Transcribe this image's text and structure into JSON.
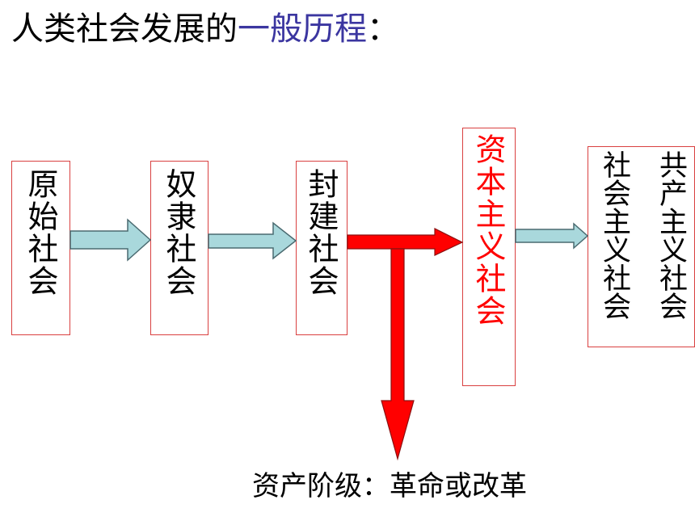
{
  "title": {
    "prefix": "人类社会发展的",
    "highlight": "一般历程",
    "suffix": "："
  },
  "stages": [
    {
      "id": "primitive",
      "label": "原始社会"
    },
    {
      "id": "slave",
      "label": "奴隶社会"
    },
    {
      "id": "feudal",
      "label": "封建社会"
    },
    {
      "id": "capitalist",
      "label": "资本主义社会"
    },
    {
      "id": "communist_col1",
      "label": "共产主义社会"
    },
    {
      "id": "communist_col2",
      "label": "社会主义社会"
    }
  ],
  "bottom_note": "资产阶级：革命或改革",
  "colors": {
    "title_highlight": "#3b36a0",
    "box_border": "#d94040",
    "arrow_fill": "#a9d8dc",
    "arrow_stroke": "#4a6a70",
    "red_arrow": "#ff0000",
    "red_text": "#ff0000"
  }
}
